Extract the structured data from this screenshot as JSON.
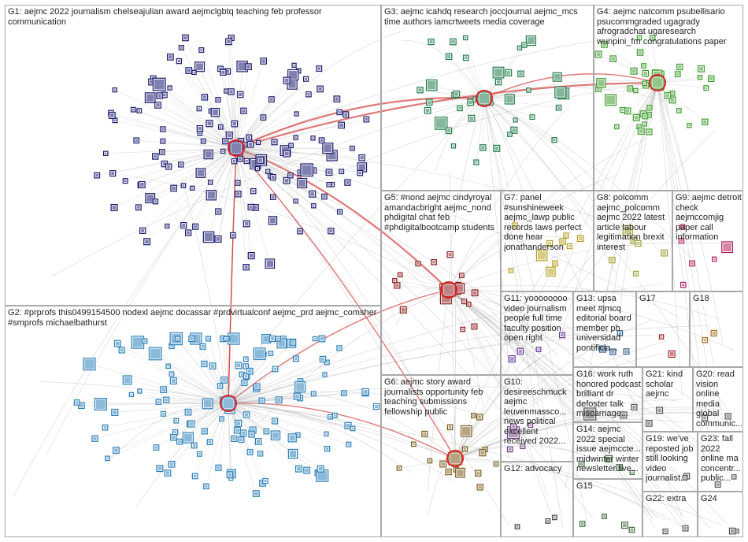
{
  "groups": [
    {
      "id": "g1",
      "title": "G1: aejmc 2022 journalism chelseajulian award aejmclgbtq teaching feb professor communication",
      "color": "#1a1a6e"
    },
    {
      "id": "g2",
      "title": "G2: #prprofs this0499154500 nodexl aejmc docassar #prdvirtualconf aejmc_prd aejmc_comsher #smprofs michaelbathurst",
      "color": "#2b7fb8"
    },
    {
      "id": "g3",
      "title": "G3: aejmc icahdq research joccjournal aejmc_mcs time authors iamcrtweets media coverage",
      "color": "#1f7a4a"
    },
    {
      "id": "g4",
      "title": "G4: aejmc natcomm psubellisario psucommgraded ugagrady afrogradchat ugaresearch wunpini_fm congratulations paper",
      "color": "#3a9a2a"
    },
    {
      "id": "g5",
      "title": "G5: #nond aejmc cindyroyal amandacbright aejmc_nond phdigital chat feb #phdigitalbootcamp students",
      "color": "#8b1a1a"
    },
    {
      "id": "g6",
      "title": "G6: aejmc story award journalists opportunity feb teaching submissions fellowship public",
      "color": "#7a5a1a"
    },
    {
      "id": "g7",
      "title": "G7: panel #sunshineweek aejmc_lawp public records laws perfect done hear jonathanderson",
      "color": "#b8a020"
    },
    {
      "id": "g8",
      "title": "G8: polcomm aejmc_polcomm aejmc 2022 latest article labour legitimation brexit interest",
      "color": "#9aa030"
    },
    {
      "id": "g9",
      "title": "G9: aejmc detroit check aejmccomjig paper call information",
      "color": "#b02060"
    },
    {
      "id": "g10",
      "title": "G10: desireeschmuck aejmc leuvenmassco... news political excellent received 2022...",
      "color": "#704080"
    },
    {
      "id": "g11",
      "title": "G11: yoooooooo video journalism people full time faculty position open right",
      "color": "#6a3a9a"
    },
    {
      "id": "g12",
      "title": "G12: advocacy",
      "color": "#444444"
    },
    {
      "id": "g13",
      "title": "G13: upsa meet #jmcq editorial board member ph universidad pontificia...",
      "color": "#2a5a8a"
    },
    {
      "id": "g14",
      "title": "G14: aejmc 2022 special issue aejmccte... midwinter winter newsletter live...",
      "color": "#3a6a3a"
    },
    {
      "id": "g15",
      "title": "G15",
      "color": "#3a6a3a"
    },
    {
      "id": "g16",
      "title": "G16: work ruth honored podcast brilliant dr defoster talk miscarriage...",
      "color": "#505050"
    },
    {
      "id": "g17",
      "title": "G17",
      "color": "#a02020"
    },
    {
      "id": "g18",
      "title": "G18",
      "color": "#a07020"
    },
    {
      "id": "g19",
      "title": "G19: we've reposted job still looking video journalist...",
      "color": "#505050"
    },
    {
      "id": "g20",
      "title": "G20: read vision online media global communic...",
      "color": "#505050"
    },
    {
      "id": "g21",
      "title": "G21: kind scholar aejmc",
      "color": "#505050"
    },
    {
      "id": "g22",
      "title": "G22: extra",
      "color": "#505050"
    },
    {
      "id": "g23",
      "title": "G23: fall 2022 online ma concentr... public...",
      "color": "#505050"
    },
    {
      "id": "g24",
      "title": "G24",
      "color": "#505050"
    }
  ],
  "colors": {
    "edge": "#b0b0b0",
    "hub_edge": "#d03030",
    "border": "#a9a9a9"
  }
}
